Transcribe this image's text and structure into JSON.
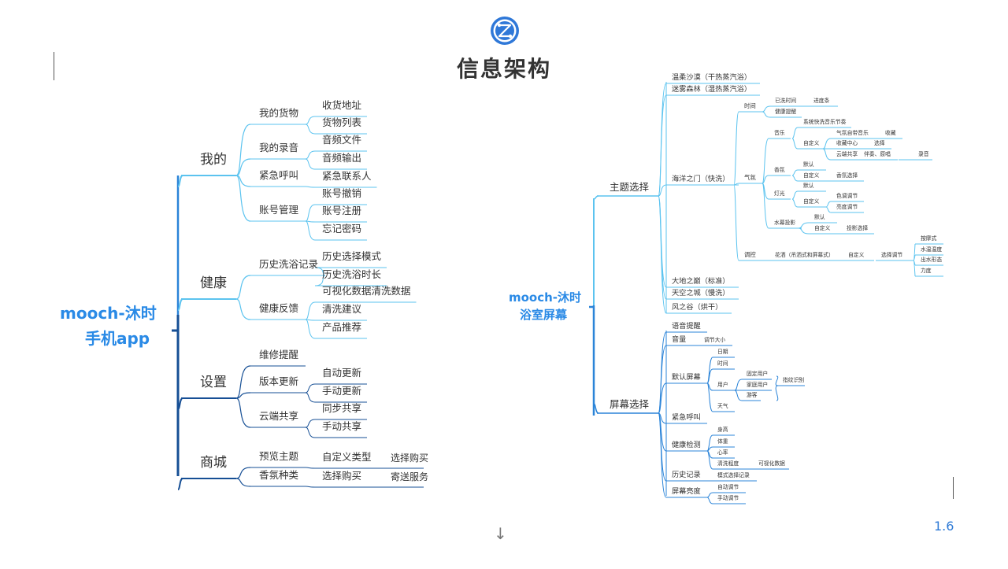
{
  "title": "信息架构",
  "page_number": "1.6",
  "colors": {
    "light": "#5bc3ef",
    "mid": "#2b84d8",
    "dark": "#164f95",
    "root_text": "#2a8ae6"
  },
  "left": {
    "root": [
      "mooch-沐时",
      "手机app"
    ],
    "branches": [
      {
        "label": "我的",
        "children": [
          {
            "label": "我的货物",
            "children": [
              {
                "label": "收货地址"
              },
              {
                "label": "货物列表"
              }
            ]
          },
          {
            "label": "我的录音",
            "children": [
              {
                "label": "音频文件"
              },
              {
                "label": "音频输出"
              }
            ]
          },
          {
            "label": "紧急呼叫",
            "children": [
              {
                "label": "紧急联系人"
              }
            ]
          },
          {
            "label": "账号管理",
            "children": [
              {
                "label": "账号撤销"
              },
              {
                "label": "账号注册"
              },
              {
                "label": "忘记密码"
              }
            ]
          }
        ]
      },
      {
        "label": "健康",
        "children": [
          {
            "label": "历史洗浴记录",
            "children": [
              {
                "label": "历史选择模式"
              },
              {
                "label": "历史洗浴时长"
              }
            ]
          },
          {
            "label": "健康反馈",
            "children": [
              {
                "label": "可视化数据清洗数据"
              },
              {
                "label": "清洗建议"
              },
              {
                "label": "产品推荐"
              }
            ]
          }
        ]
      },
      {
        "label": "设置",
        "children": [
          {
            "label": "维修提醒"
          },
          {
            "label": "版本更新",
            "children": [
              {
                "label": "自动更新"
              },
              {
                "label": "手动更新"
              }
            ]
          },
          {
            "label": "云端共享",
            "children": [
              {
                "label": "同步共享"
              },
              {
                "label": "手动共享"
              }
            ]
          }
        ]
      },
      {
        "label": "商城",
        "children": [
          {
            "label": "预览主题",
            "children": [
              {
                "label": "自定义类型",
                "children": [
                  {
                    "label": "选择购买"
                  }
                ]
              }
            ]
          },
          {
            "label": "香氛种类",
            "children": [
              {
                "label": "选择购买",
                "children": [
                  {
                    "label": "寄送服务"
                  }
                ]
              }
            ]
          }
        ]
      }
    ]
  },
  "right": {
    "root": [
      "mooch-沐时",
      "浴室屏幕"
    ],
    "branches": [
      {
        "label": "主题选择",
        "children": [
          {
            "label": "温柔沙漠（干热蒸汽浴）"
          },
          {
            "label": "迷雾森林（湿热蒸汽浴）"
          },
          {
            "label": "海洋之门（快洗）",
            "children": [
              {
                "label": "时间",
                "children": [
                  {
                    "label": "已洗时间",
                    "children": [
                      {
                        "label": "进度条"
                      }
                    ]
                  },
                  {
                    "label": "健康提醒"
                  }
                ]
              },
              {
                "label": "气氛",
                "children": [
                  {
                    "label": "音乐",
                    "children": [
                      {
                        "label": "系统快洗音乐节奏"
                      },
                      {
                        "label": "自定义",
                        "children": [
                          {
                            "label": "气氛自带音乐",
                            "children": [
                              {
                                "label": "收藏"
                              }
                            ]
                          },
                          {
                            "label": "收藏中心",
                            "children": [
                              {
                                "label": "选择"
                              }
                            ]
                          },
                          {
                            "label": "云端共享",
                            "children": [
                              {
                                "label": "伴奏、原唱",
                                "children": [
                                  {
                                    "label": "录音"
                                  }
                                ]
                              }
                            ]
                          }
                        ]
                      }
                    ]
                  },
                  {
                    "label": "香氛",
                    "children": [
                      {
                        "label": "默认"
                      },
                      {
                        "label": "自定义",
                        "children": [
                          {
                            "label": "香氛选择"
                          }
                        ]
                      }
                    ]
                  },
                  {
                    "label": "灯光",
                    "children": [
                      {
                        "label": "默认"
                      },
                      {
                        "label": "自定义",
                        "children": [
                          {
                            "label": "色调调节"
                          },
                          {
                            "label": "亮度调节"
                          }
                        ]
                      }
                    ]
                  },
                  {
                    "label": "水幕投影",
                    "children": [
                      {
                        "label": "默认"
                      },
                      {
                        "label": "自定义",
                        "children": [
                          {
                            "label": "投影选择"
                          }
                        ]
                      }
                    ]
                  }
                ]
              },
              {
                "label": "调控",
                "children": [
                  {
                    "label": "花洒（吊洒式和屏幕式）",
                    "children": [
                      {
                        "label": "自定义",
                        "children": [
                          {
                            "label": "选择调节",
                            "children": [
                              {
                                "label": "按摩式"
                              },
                              {
                                "label": "水温温度"
                              },
                              {
                                "label": "出水形态"
                              },
                              {
                                "label": "力度"
                              }
                            ]
                          }
                        ]
                      }
                    ]
                  }
                ]
              }
            ]
          },
          {
            "label": "大地之巅（标准）"
          },
          {
            "label": "天空之城（慢洗）"
          },
          {
            "label": "风之谷（烘干）"
          }
        ]
      },
      {
        "label": "屏幕选择",
        "children": [
          {
            "label": "语音提醒"
          },
          {
            "label": "音量",
            "children": [
              {
                "label": "调节大小"
              }
            ]
          },
          {
            "label": "默认屏幕",
            "children": [
              {
                "label": "日期"
              },
              {
                "label": "时间"
              },
              {
                "label": "用户",
                "children": [
                  {
                    "label": "固定用户"
                  },
                  {
                    "label": "家庭用户"
                  },
                  {
                    "label": "游客"
                  }
                ],
                "extra": "指纹识别"
              },
              {
                "label": "天气"
              }
            ]
          },
          {
            "label": "紧急呼叫"
          },
          {
            "label": "健康检测",
            "children": [
              {
                "label": "身高"
              },
              {
                "label": "体重"
              },
              {
                "label": "心率"
              },
              {
                "label": "清洗程度",
                "children": [
                  {
                    "label": "可视化数据"
                  }
                ]
              }
            ]
          },
          {
            "label": "历史记录",
            "children": [
              {
                "label": "模式选择记录"
              }
            ]
          },
          {
            "label": "屏幕亮度",
            "children": [
              {
                "label": "自动调节"
              },
              {
                "label": "手动调节"
              }
            ]
          }
        ]
      }
    ]
  }
}
